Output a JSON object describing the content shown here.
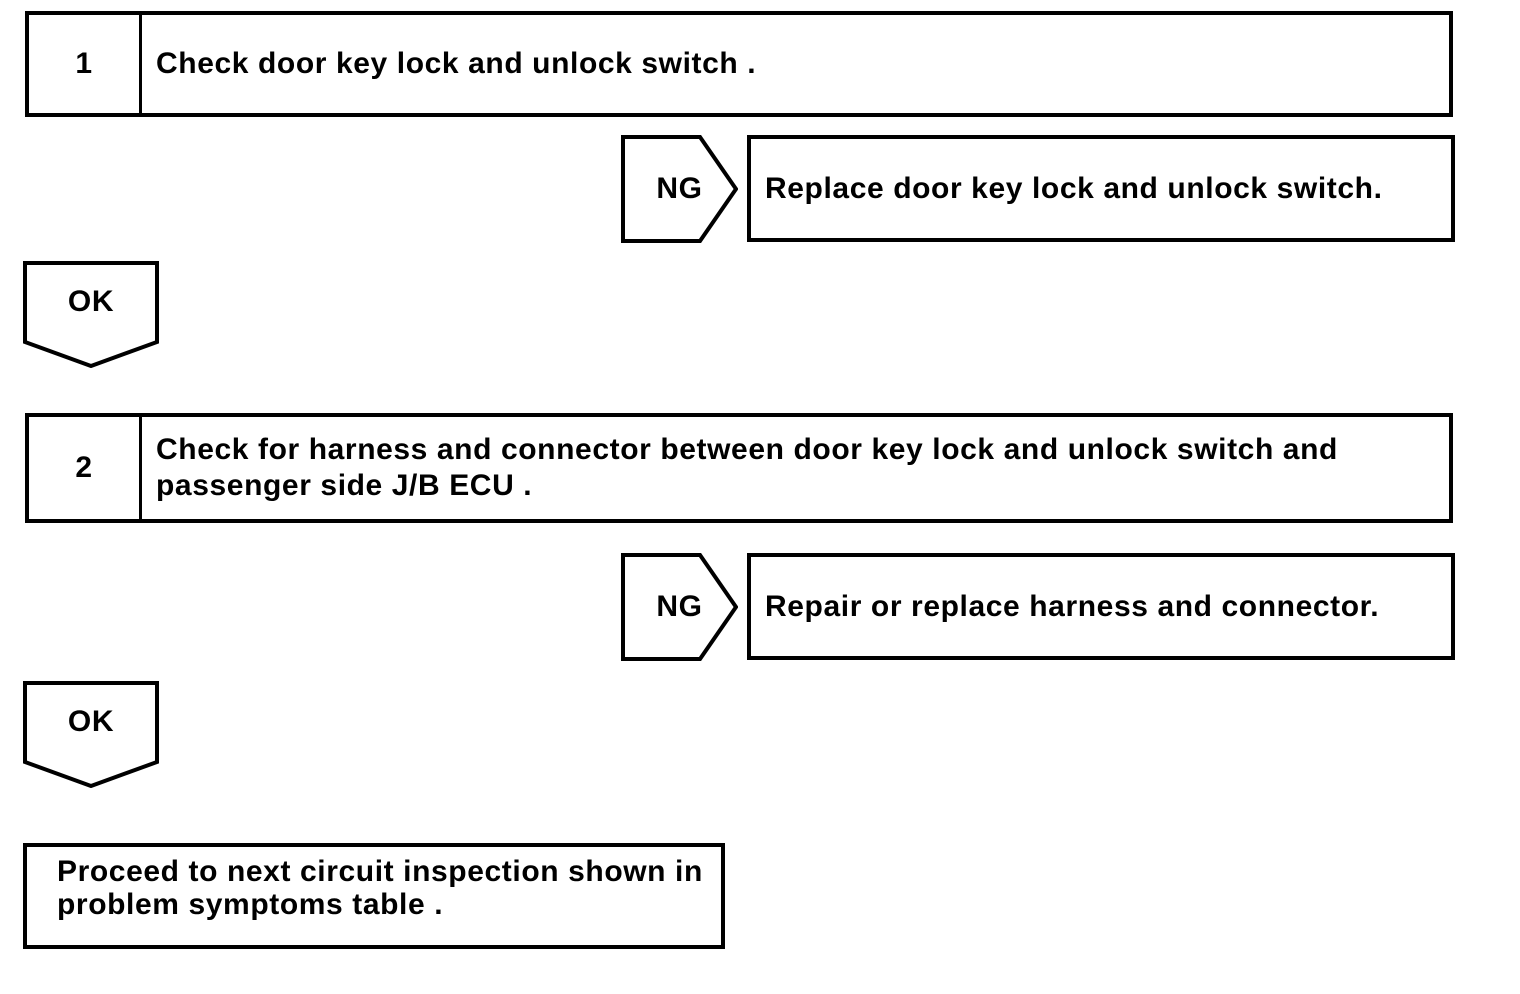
{
  "colors": {
    "ink": "#000000",
    "paper": "#ffffff"
  },
  "flowchart": {
    "ok_label": "OK",
    "ng_label": "NG",
    "steps": [
      {
        "number": "1",
        "lines": [
          "Check door key lock and unlock switch ."
        ],
        "ng_result": "Replace door key lock and unlock switch."
      },
      {
        "number": "2",
        "lines": [
          "Check for harness and connector between door key lock and unlock switch and",
          "passenger side J/B ECU ."
        ],
        "ng_result": "Repair or replace harness and connector."
      }
    ],
    "final_lines": [
      "Proceed to next circuit inspection shown in",
      "problem symptoms table ."
    ]
  }
}
